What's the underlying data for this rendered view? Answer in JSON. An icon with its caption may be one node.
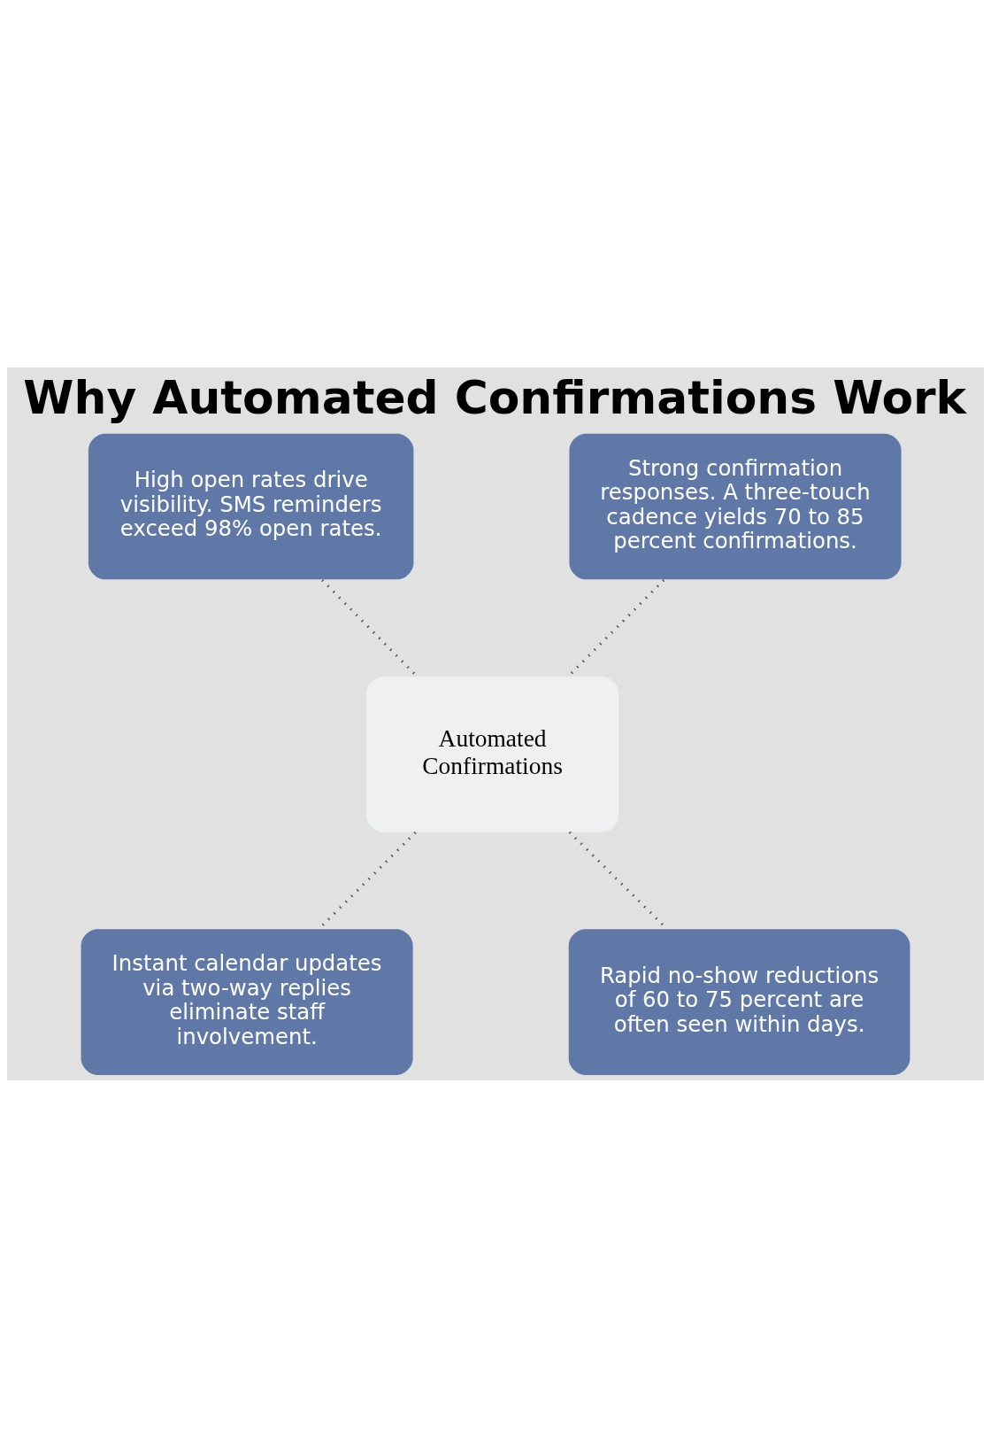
{
  "diagram": {
    "title": "Why Automated Confirmations Work",
    "nodes": [
      {
        "text": [
          "High open rates drive visibility. SMS reminders exceed 98% open rates."
        ]
      },
      {
        "text": [
          "Strong confirmation responses. A three-touch cadence yields 70 to 85 percent confirmations."
        ]
      },
      {
        "text": [
          "Automated Confirmations"
        ]
      },
      {
        "text": [
          "Instant calendar updates via two-way replies eliminate staff involvement."
        ]
      },
      {
        "text": [
          "Rapid no-show reductions of 60 to 75 percent are often seen within days."
        ]
      }
    ],
    "edges": [
      {
        "from": 0,
        "to": 2,
        "arrow": "none",
        "style": "dashed"
      },
      {
        "from": 1,
        "to": 2,
        "arrow": "none",
        "style": "dashed"
      },
      {
        "from": 2,
        "to": 3,
        "arrow": "none",
        "style": "dashed"
      },
      {
        "from": 2,
        "to": 4,
        "arrow": "none",
        "style": "dashed"
      }
    ]
  }
}
